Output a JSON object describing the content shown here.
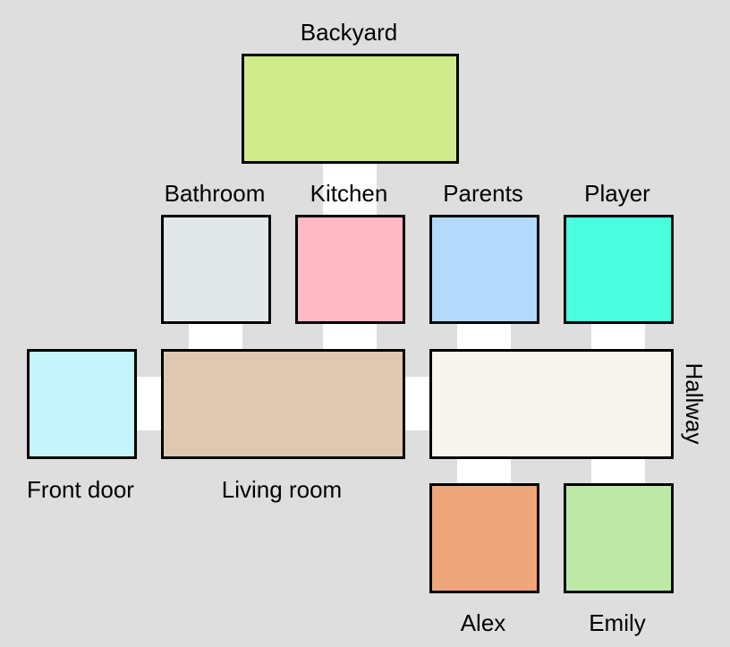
{
  "rooms": {
    "backyard": {
      "label": "Backyard",
      "color": "#cfeb8c"
    },
    "bathroom": {
      "label": "Bathroom",
      "color": "#e2e8ea"
    },
    "kitchen": {
      "label": "Kitchen",
      "color": "#ffb8c5"
    },
    "parents": {
      "label": "Parents",
      "color": "#b3dafa"
    },
    "player": {
      "label": "Player",
      "color": "#4affe0"
    },
    "front_door": {
      "label": "Front door",
      "color": "#c6f4fd"
    },
    "living_room": {
      "label": "Living room",
      "color": "#dec8b2"
    },
    "hallway": {
      "label": "Hallway",
      "color": "#f7f5ee"
    },
    "alex": {
      "label": "Alex",
      "color": "#eea67a"
    },
    "emily": {
      "label": "Emily",
      "color": "#bde8a6"
    }
  },
  "door_color": "#ffffff",
  "background_color": "#dedede"
}
